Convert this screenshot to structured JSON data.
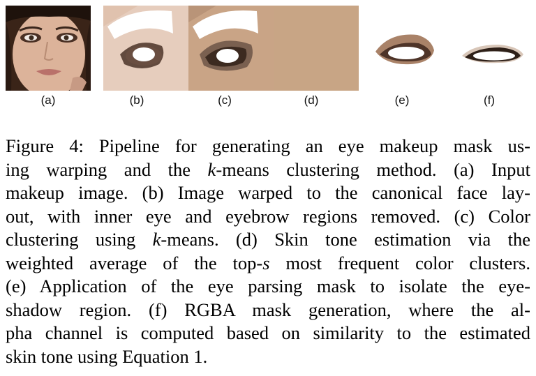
{
  "figure": {
    "panels": [
      {
        "id": "a",
        "label": "(a)",
        "content": "input makeup face image"
      },
      {
        "id": "b",
        "label": "(b)",
        "content": "warped eye region with eye and eyebrow removed"
      },
      {
        "id": "c",
        "label": "(c)",
        "content": "k-means color clustered eye region"
      },
      {
        "id": "d",
        "label": "(d)",
        "content": "estimated skin tone swatch"
      },
      {
        "id": "e",
        "label": "(e)",
        "content": "isolated eyeshadow region"
      },
      {
        "id": "f",
        "label": "(f)",
        "content": "RGBA eye makeup mask"
      }
    ],
    "colors": {
      "skin_tone": "#c8a585",
      "face_skin": "#e2c4b0",
      "eyeshadow": "#5a3e2e",
      "hair": "#2a1a12"
    },
    "caption_lines": [
      [
        "Figure 4: Pipeline for generating an eye makeup mask us-"
      ],
      [
        "ing warping and the ",
        "k",
        "-means clustering method. (a) Input"
      ],
      [
        "makeup image. (b) Image warped to the canonical face lay-"
      ],
      [
        "out, with inner eye and eyebrow regions removed. (c) Color"
      ],
      [
        "clustering using ",
        "k",
        "-means. (d) Skin tone estimation via the"
      ],
      [
        "weighted average of the top-",
        "s",
        " most frequent color clusters."
      ],
      [
        "(e) Application of the eye parsing mask to isolate the eye-"
      ],
      [
        "shadow region. (f) RGBA mask generation, where the al-"
      ],
      [
        "pha channel is computed based on similarity to the estimated"
      ],
      [
        "skin tone using Equation 1."
      ]
    ]
  }
}
